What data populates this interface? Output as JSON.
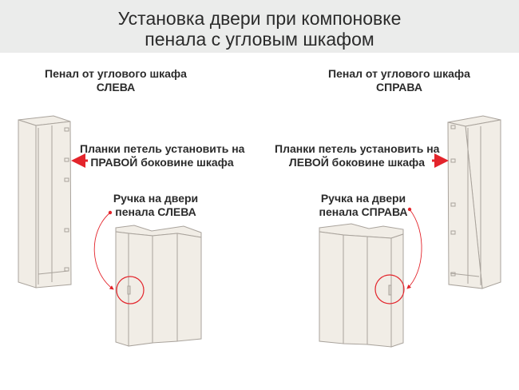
{
  "header": {
    "title_line1": "Установка двери при компоновке",
    "title_line2": "пенала с угловым шкафом",
    "background": "#ebeceb"
  },
  "left": {
    "heading_line1": "Пенал от углового шкафа",
    "heading_line2": "СЛЕВА",
    "hinge_note_line1": "Планки петель установить на",
    "hinge_note_line2": "ПРАВОЙ боковине шкафа",
    "handle_note_line1": "Ручка на двери",
    "handle_note_line2": "пенала СЛЕВА"
  },
  "right": {
    "heading_line1": "Пенал от углового шкафа",
    "heading_line2": "СПРАВА",
    "hinge_note_line1": "Планки петель установить на",
    "hinge_note_line2": "ЛЕВОЙ боковине шкафа",
    "handle_note_line1": "Ручка на двери",
    "handle_note_line2": "пенала СПРАВА"
  },
  "colors": {
    "accent": "#e3242b",
    "furniture": "#f1ede6",
    "outline": "#a9a39c"
  }
}
